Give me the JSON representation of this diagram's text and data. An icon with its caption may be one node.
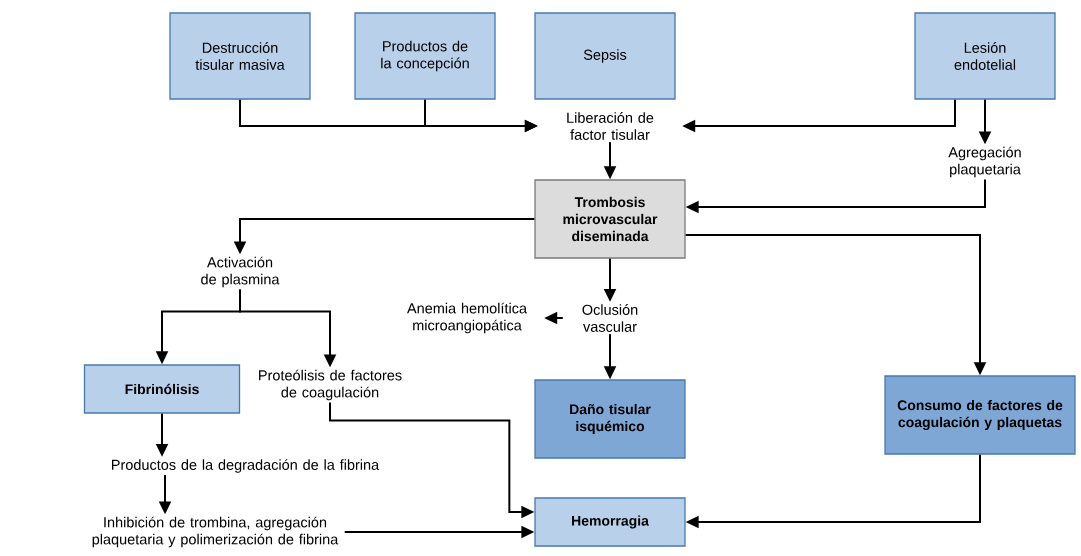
{
  "diagram": {
    "nodes": [
      {
        "text": [
          "Destrucción tisular masiva"
        ]
      },
      {
        "text": [
          "Productos de la concepción"
        ]
      },
      {
        "text": [
          "Sepsis"
        ]
      },
      {
        "text": [
          "Lesión endotelial"
        ]
      },
      {
        "text": [
          "Liberación de factor tisular"
        ]
      },
      {
        "text": [
          "Agregación plaquetaria"
        ]
      },
      {
        "text": [
          "Trombosis microvascular diseminada"
        ]
      },
      {
        "text": [
          "Activación de plasmina"
        ]
      },
      {
        "text": [
          "Oclusión vascular"
        ]
      },
      {
        "text": [
          "Anemia hemolítica microangiopática"
        ]
      },
      {
        "text": [
          "Fibrinólisis"
        ]
      },
      {
        "text": [
          "Proteólisis de factores de coagulación"
        ]
      },
      {
        "text": [
          "Daño tisular isquémico"
        ]
      },
      {
        "text": [
          "Consumo de factores de coagulación y plaquetas"
        ]
      },
      {
        "text": [
          "Productos de la degradación de la fibrina"
        ]
      },
      {
        "text": [
          "Inhibición de trombina, agregación plaquetaria y polimerización de fibrina"
        ]
      },
      {
        "text": [
          "Hemorragia"
        ]
      }
    ],
    "edges": [
      {
        "from": 0,
        "to": 4,
        "arrow": "to"
      },
      {
        "from": 1,
        "to": 4,
        "arrow": "to"
      },
      {
        "from": 3,
        "to": 4,
        "arrow": "to"
      },
      {
        "from": 3,
        "to": 5,
        "arrow": "to"
      },
      {
        "from": 4,
        "to": 6,
        "arrow": "to"
      },
      {
        "from": 5,
        "to": 6,
        "arrow": "to"
      },
      {
        "from": 6,
        "to": 7,
        "arrow": "to"
      },
      {
        "from": 6,
        "to": 8,
        "arrow": "to"
      },
      {
        "from": 6,
        "to": 13,
        "arrow": "to"
      },
      {
        "from": 8,
        "to": 9,
        "arrow": "to"
      },
      {
        "from": 8,
        "to": 12,
        "arrow": "to"
      },
      {
        "from": 7,
        "to": 10,
        "arrow": "to"
      },
      {
        "from": 7,
        "to": 11,
        "arrow": "to"
      },
      {
        "from": 10,
        "to": 14,
        "arrow": "to"
      },
      {
        "from": 14,
        "to": 15,
        "arrow": "to"
      },
      {
        "from": 11,
        "to": 16,
        "arrow": "to"
      },
      {
        "from": 15,
        "to": 16,
        "arrow": "to"
      },
      {
        "from": 13,
        "to": 16,
        "arrow": "to"
      }
    ]
  }
}
